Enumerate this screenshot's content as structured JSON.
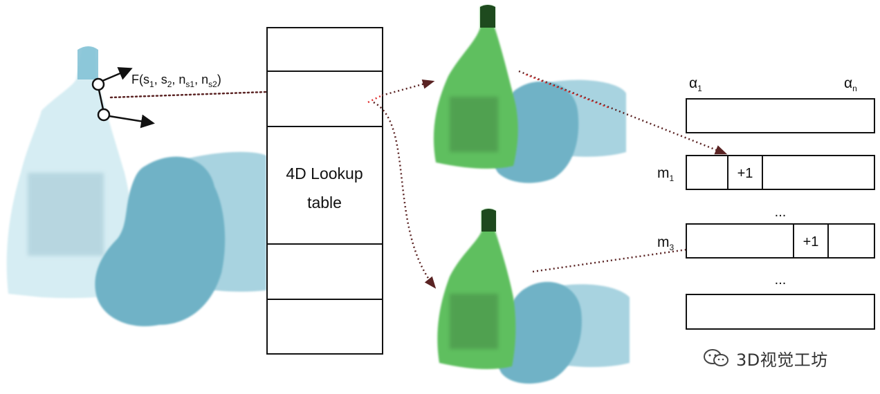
{
  "feature_label": {
    "prefix": "F(",
    "s": "s",
    "i1": "1",
    "sep": ", ",
    "i2": "2",
    "n": "n",
    "i31": "s1",
    "i32": "s2",
    "suffix": ")"
  },
  "lookup_table": {
    "label_line1": "4D Lookup",
    "label_line2": "table"
  },
  "accumulator": {
    "alpha": "α",
    "alpha_first_sub": "1",
    "alpha_last_sub": "n",
    "m": "m",
    "row1_sub": "1",
    "row2_sub": "3",
    "increment": "+1",
    "ellipsis": "..."
  },
  "watermark": {
    "text": "3D视觉工坊",
    "icon": "wechat-icon"
  },
  "colors": {
    "model_light": "#d6edf3",
    "scene_blue": "#6fb2c6",
    "match_green": "#5fbf5f",
    "dotted_dark": "#5a2323",
    "dotted_red": "#e03030"
  }
}
